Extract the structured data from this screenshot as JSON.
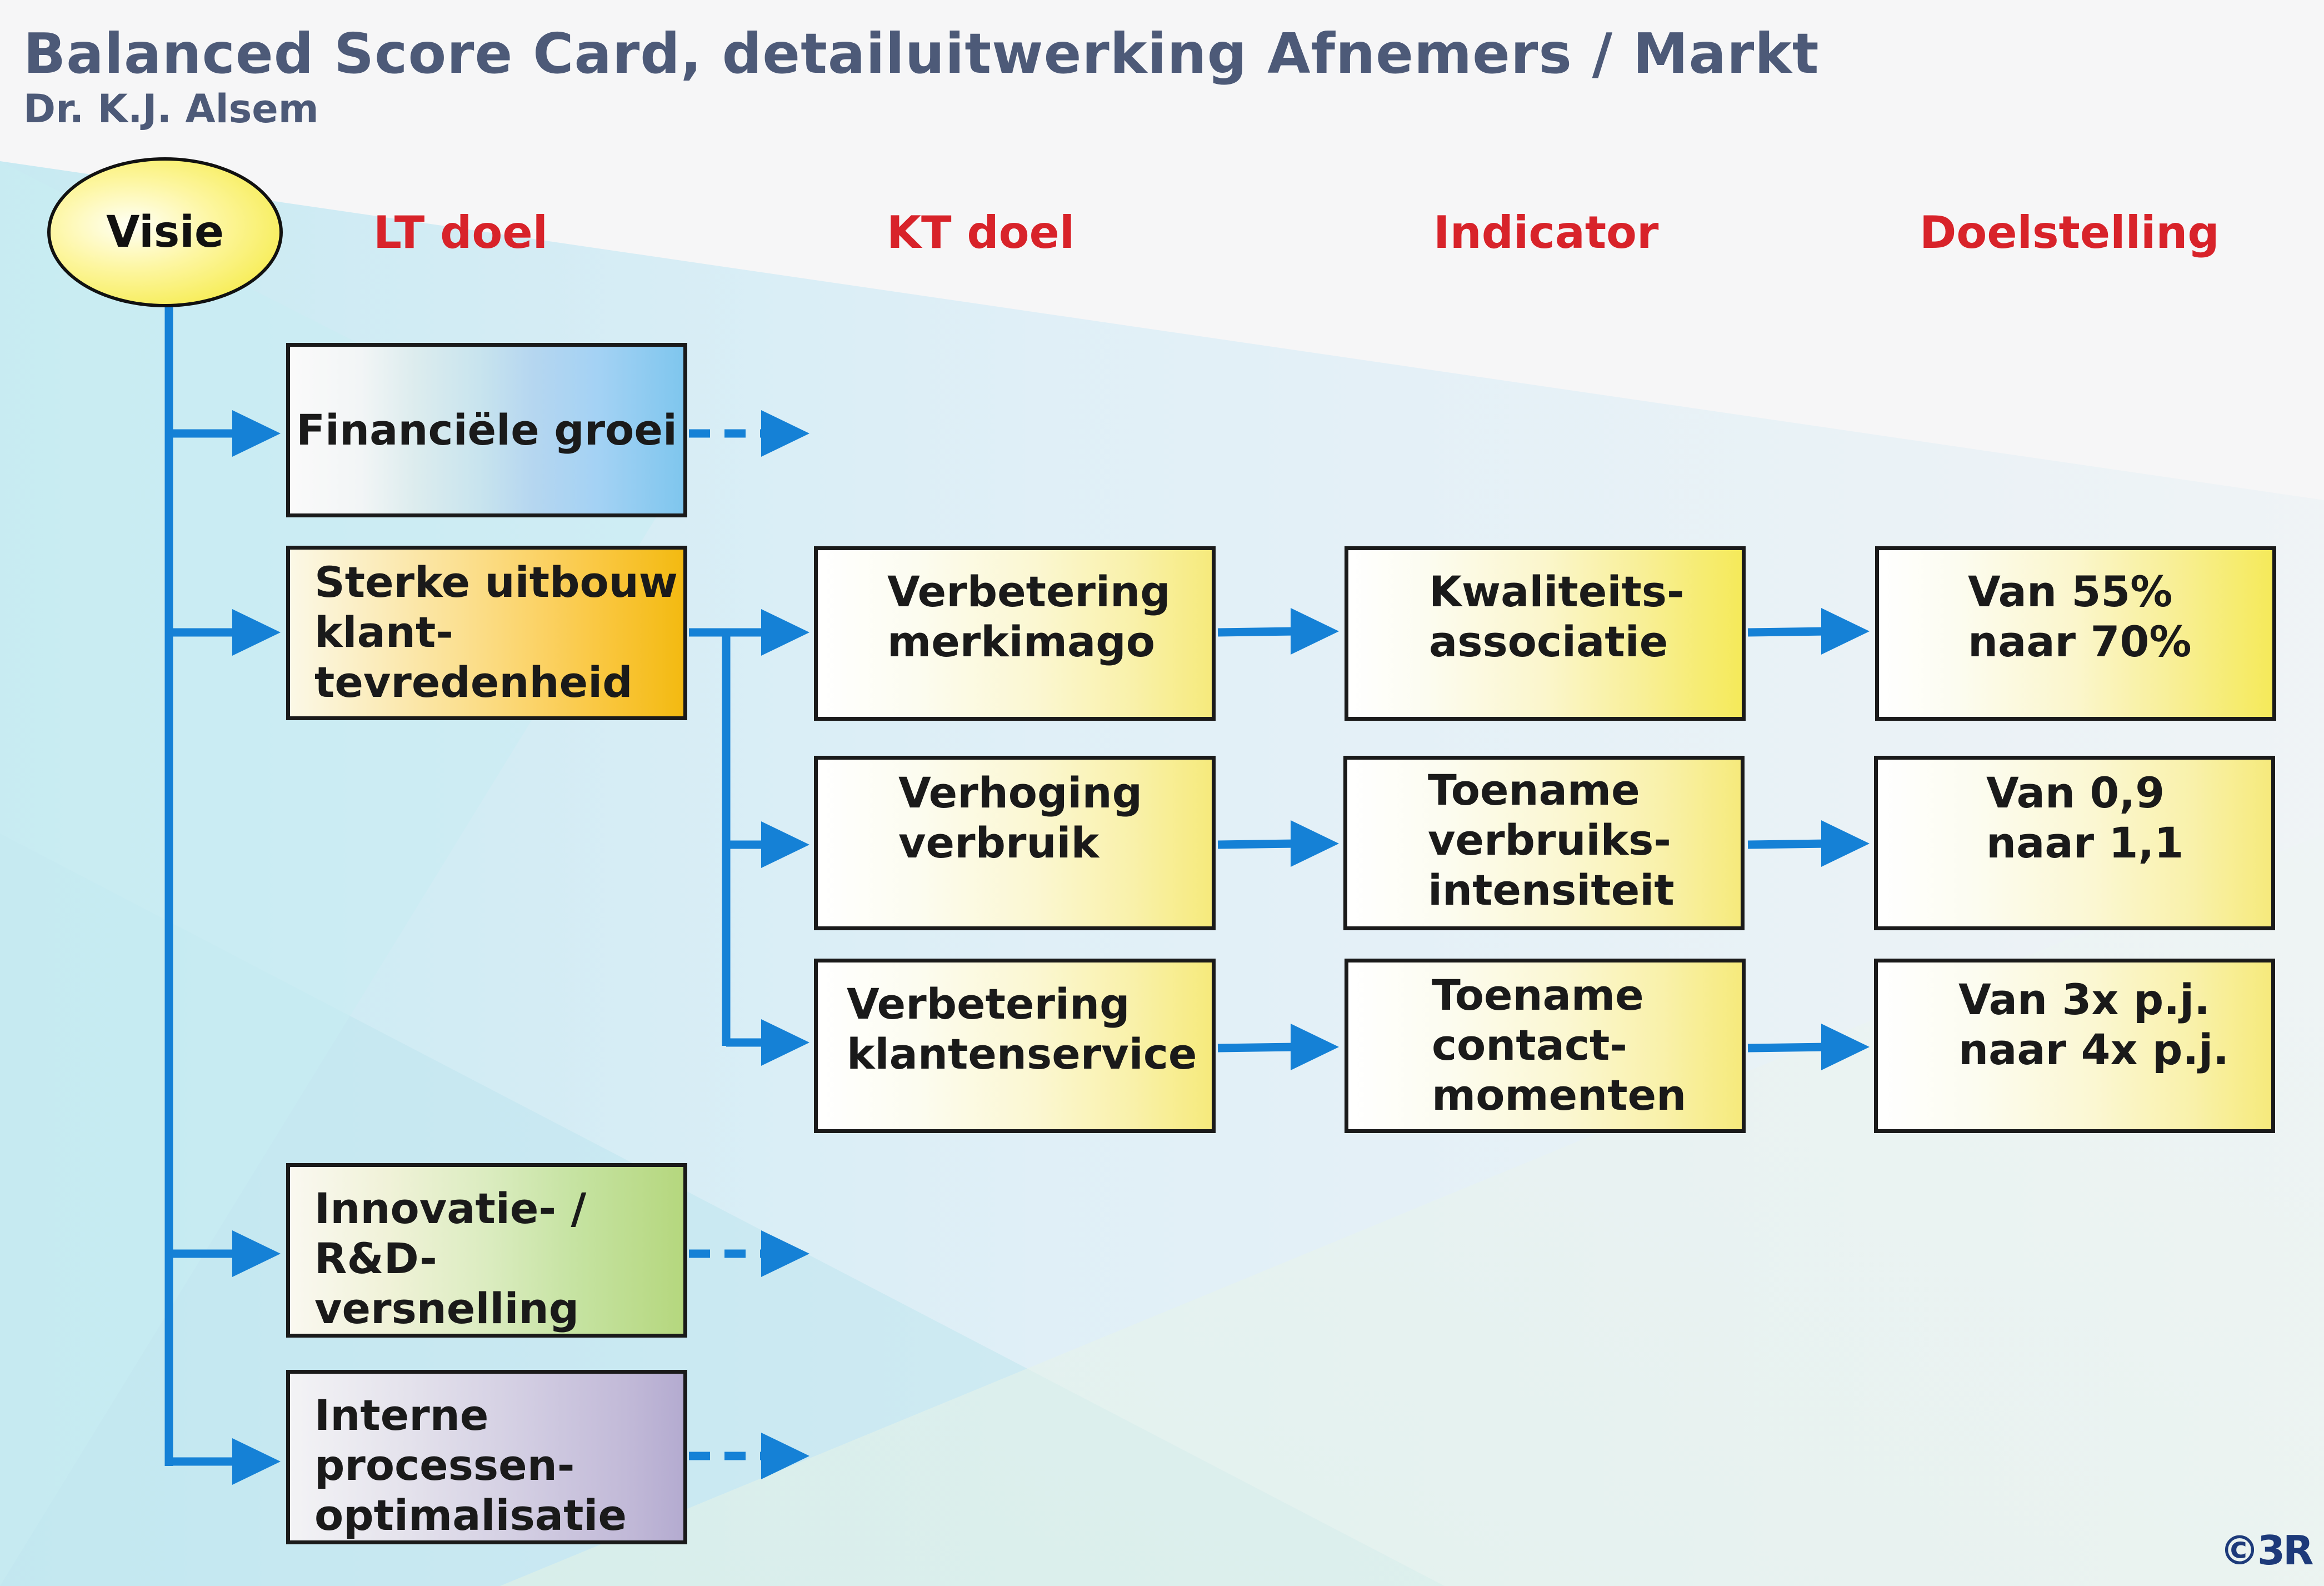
{
  "title": "Balanced Score Card, detailuitwerking Afnemers / Markt",
  "subtitle": "Dr. K.J. Alsem",
  "root": {
    "label": "Visie"
  },
  "columns": {
    "lt": "LT doel",
    "kt": "KT doel",
    "indicator": "Indicator",
    "doel": "Doelstelling"
  },
  "lt_goals": [
    {
      "lines": [
        "Financiële groei"
      ]
    },
    {
      "lines": [
        "Sterke uitbouw",
        "klant-",
        "tevredenheid"
      ]
    },
    {
      "lines": [
        "Innovatie- /",
        "R&D-",
        "versnelling"
      ]
    },
    {
      "lines": [
        "Interne",
        "processen-",
        "optimalisatie"
      ]
    }
  ],
  "rows": [
    {
      "kt": {
        "lines": [
          "Verbetering",
          "merkimago"
        ]
      },
      "indicator": {
        "lines": [
          "Kwaliteits-",
          "associatie"
        ]
      },
      "target": {
        "lines": [
          "Van 55%",
          "naar 70%"
        ]
      }
    },
    {
      "kt": {
        "lines": [
          "Verhoging",
          "verbruik"
        ]
      },
      "indicator": {
        "lines": [
          "Toename",
          "verbruiks-",
          "intensiteit"
        ]
      },
      "target": {
        "lines": [
          "Van 0,9",
          "naar 1,1"
        ]
      }
    },
    {
      "kt": {
        "lines": [
          "Verbetering",
          "klantenservice"
        ]
      },
      "indicator": {
        "lines": [
          "Toename",
          "contact-",
          "momenten"
        ]
      },
      "target": {
        "lines": [
          "Van 3x p.j.",
          "naar 4x p.j."
        ]
      }
    }
  ],
  "copyright": "©3R",
  "colors": {
    "title": "#4d5a78",
    "column_header": "#d8232a",
    "arrow": "#1581d6",
    "border": "#1a1a1a"
  }
}
